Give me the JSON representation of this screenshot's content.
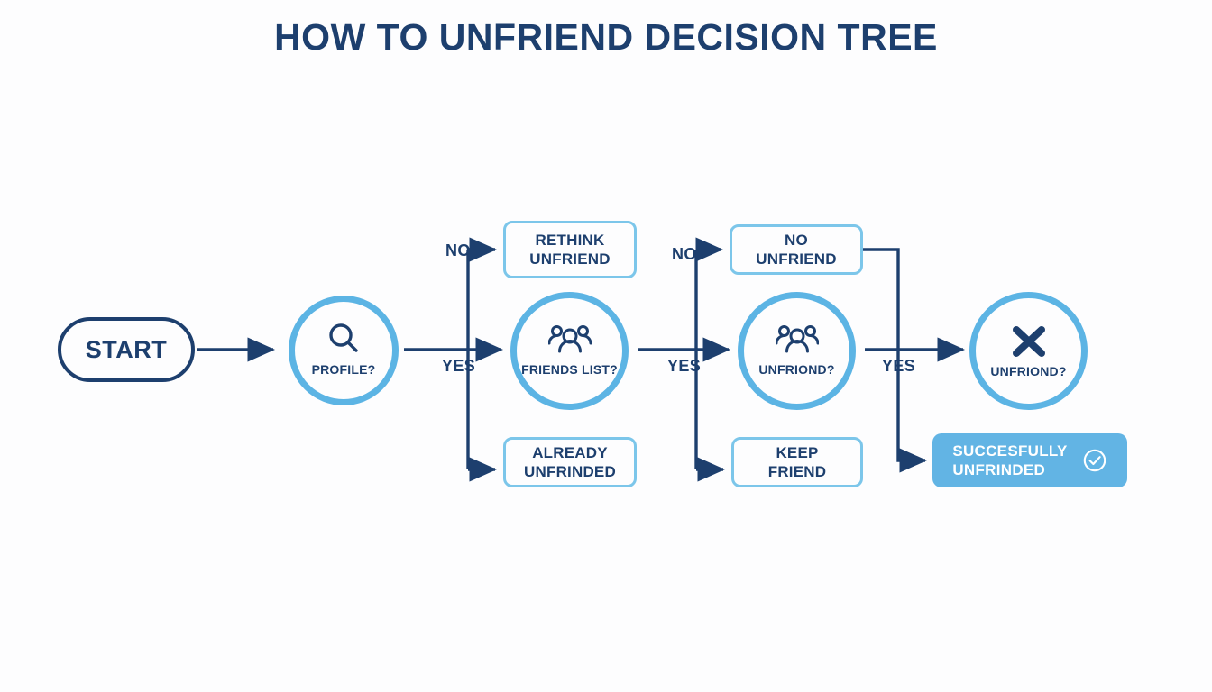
{
  "title": "HOW TO UNFRIEND DECISION TREE",
  "colors": {
    "background": "#fdfdfe",
    "navy": "#1d3f6e",
    "circle_stroke": "#5cb4e4",
    "box_stroke": "#7cc6ea",
    "fill_blue": "#62b4e4",
    "white": "#ffffff"
  },
  "start": {
    "label": "START"
  },
  "nodes": [
    {
      "id": "profile",
      "label": "PROFILE?",
      "icon": "magnifier-icon"
    },
    {
      "id": "friends-list",
      "label": "FRIENDS LIST?",
      "icon": "people-group-icon"
    },
    {
      "id": "unfriond-1",
      "label": "UNFRIOND?",
      "icon": "people-group-icon"
    },
    {
      "id": "unfriond-2",
      "label": "UNFRIOND?",
      "icon": "cross-x-icon"
    }
  ],
  "boxes": [
    {
      "id": "rethink-unfriend",
      "line1": "RETHINK",
      "line2": "UNFRIEND"
    },
    {
      "id": "already-unfrinded",
      "line1": "ALREADY",
      "line2": "UNFRINDED"
    },
    {
      "id": "no-unfriend",
      "line1": "NO",
      "line2": "UNFRIEND"
    },
    {
      "id": "keep-friend",
      "line1": "KEEP",
      "line2": "FRIEND"
    }
  ],
  "result": {
    "line1": "SUCCESFULLY",
    "line2": "UNFRINDED",
    "icon": "check-circle-icon"
  },
  "edge_labels": {
    "no_1": "NO",
    "yes_1": "YES",
    "no_2": "NO",
    "yes_2": "YES",
    "yes_3": "YES"
  },
  "chart_data": {
    "type": "diagram",
    "diagram_kind": "decision-tree-flowchart",
    "title": "HOW TO UNFRIEND DECISION TREE",
    "orientation": "left-to-right",
    "nodes": [
      {
        "id": "start",
        "text": "START",
        "shape": "pill",
        "style": "navy-outline"
      },
      {
        "id": "profile",
        "text": "PROFILE?",
        "shape": "circle",
        "style": "blue-outline",
        "icon": "magnifier-icon"
      },
      {
        "id": "rethink-unfriend",
        "text": "RETHINK UNFRIEND",
        "shape": "rounded-rect",
        "style": "blue-outline"
      },
      {
        "id": "already-unfrinded",
        "text": "ALREADY UNFRINDED",
        "shape": "rounded-rect",
        "style": "blue-outline"
      },
      {
        "id": "friends-list",
        "text": "FRIENDS LIST?",
        "shape": "circle",
        "style": "blue-outline",
        "icon": "people-group-icon"
      },
      {
        "id": "no-unfriend",
        "text": "NO UNFRIEND",
        "shape": "rounded-rect",
        "style": "blue-outline"
      },
      {
        "id": "keep-friend",
        "text": "KEEP FRIEND",
        "shape": "rounded-rect",
        "style": "blue-outline"
      },
      {
        "id": "unfriond-1",
        "text": "UNFRIOND?",
        "shape": "circle",
        "style": "blue-outline",
        "icon": "people-group-icon"
      },
      {
        "id": "unfriond-2",
        "text": "UNFRIOND?",
        "shape": "circle",
        "style": "blue-outline",
        "icon": "cross-x-icon"
      },
      {
        "id": "succesfully",
        "text": "SUCCESFULLY UNFRINDED",
        "shape": "rounded-rect",
        "style": "blue-filled",
        "icon": "check-circle-icon"
      }
    ],
    "edges": [
      {
        "from": "start",
        "to": "profile",
        "label": ""
      },
      {
        "from": "profile",
        "to": "rethink-unfriend",
        "label": "NO"
      },
      {
        "from": "profile",
        "to": "friends-list",
        "label": "YES"
      },
      {
        "from": "profile",
        "to": "already-unfrinded",
        "label": ""
      },
      {
        "from": "friends-list",
        "to": "no-unfriend",
        "label": "NO"
      },
      {
        "from": "friends-list",
        "to": "unfriond-1",
        "label": "YES"
      },
      {
        "from": "friends-list",
        "to": "keep-friend",
        "label": ""
      },
      {
        "from": "no-unfriend",
        "to": "succesfully",
        "label": ""
      },
      {
        "from": "unfriond-1",
        "to": "unfriond-2",
        "label": "YES"
      }
    ]
  }
}
